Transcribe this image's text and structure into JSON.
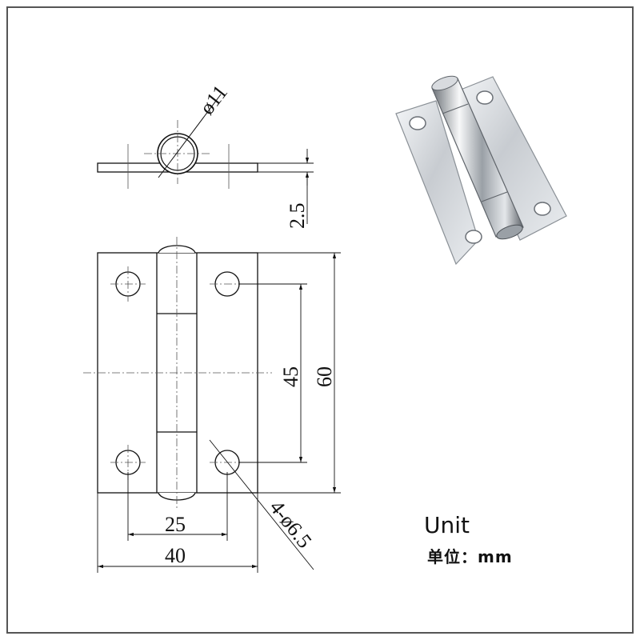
{
  "drawing": {
    "dims": {
      "pin_diameter": "ø11",
      "thickness": "2.5",
      "hole_spacing_vertical": "45",
      "height": "60",
      "hole_spacing_horizontal": "25",
      "width": "40",
      "holes": "4-ø6.5"
    },
    "unit_label": "Unit",
    "unit_cn": "单位：mm"
  },
  "colors": {
    "line": "#111111",
    "center_line": "#555555",
    "frame": "#555555",
    "steel_light": "#f2f4f6",
    "steel_mid": "#b9bec4",
    "steel_dark": "#6b7076"
  }
}
